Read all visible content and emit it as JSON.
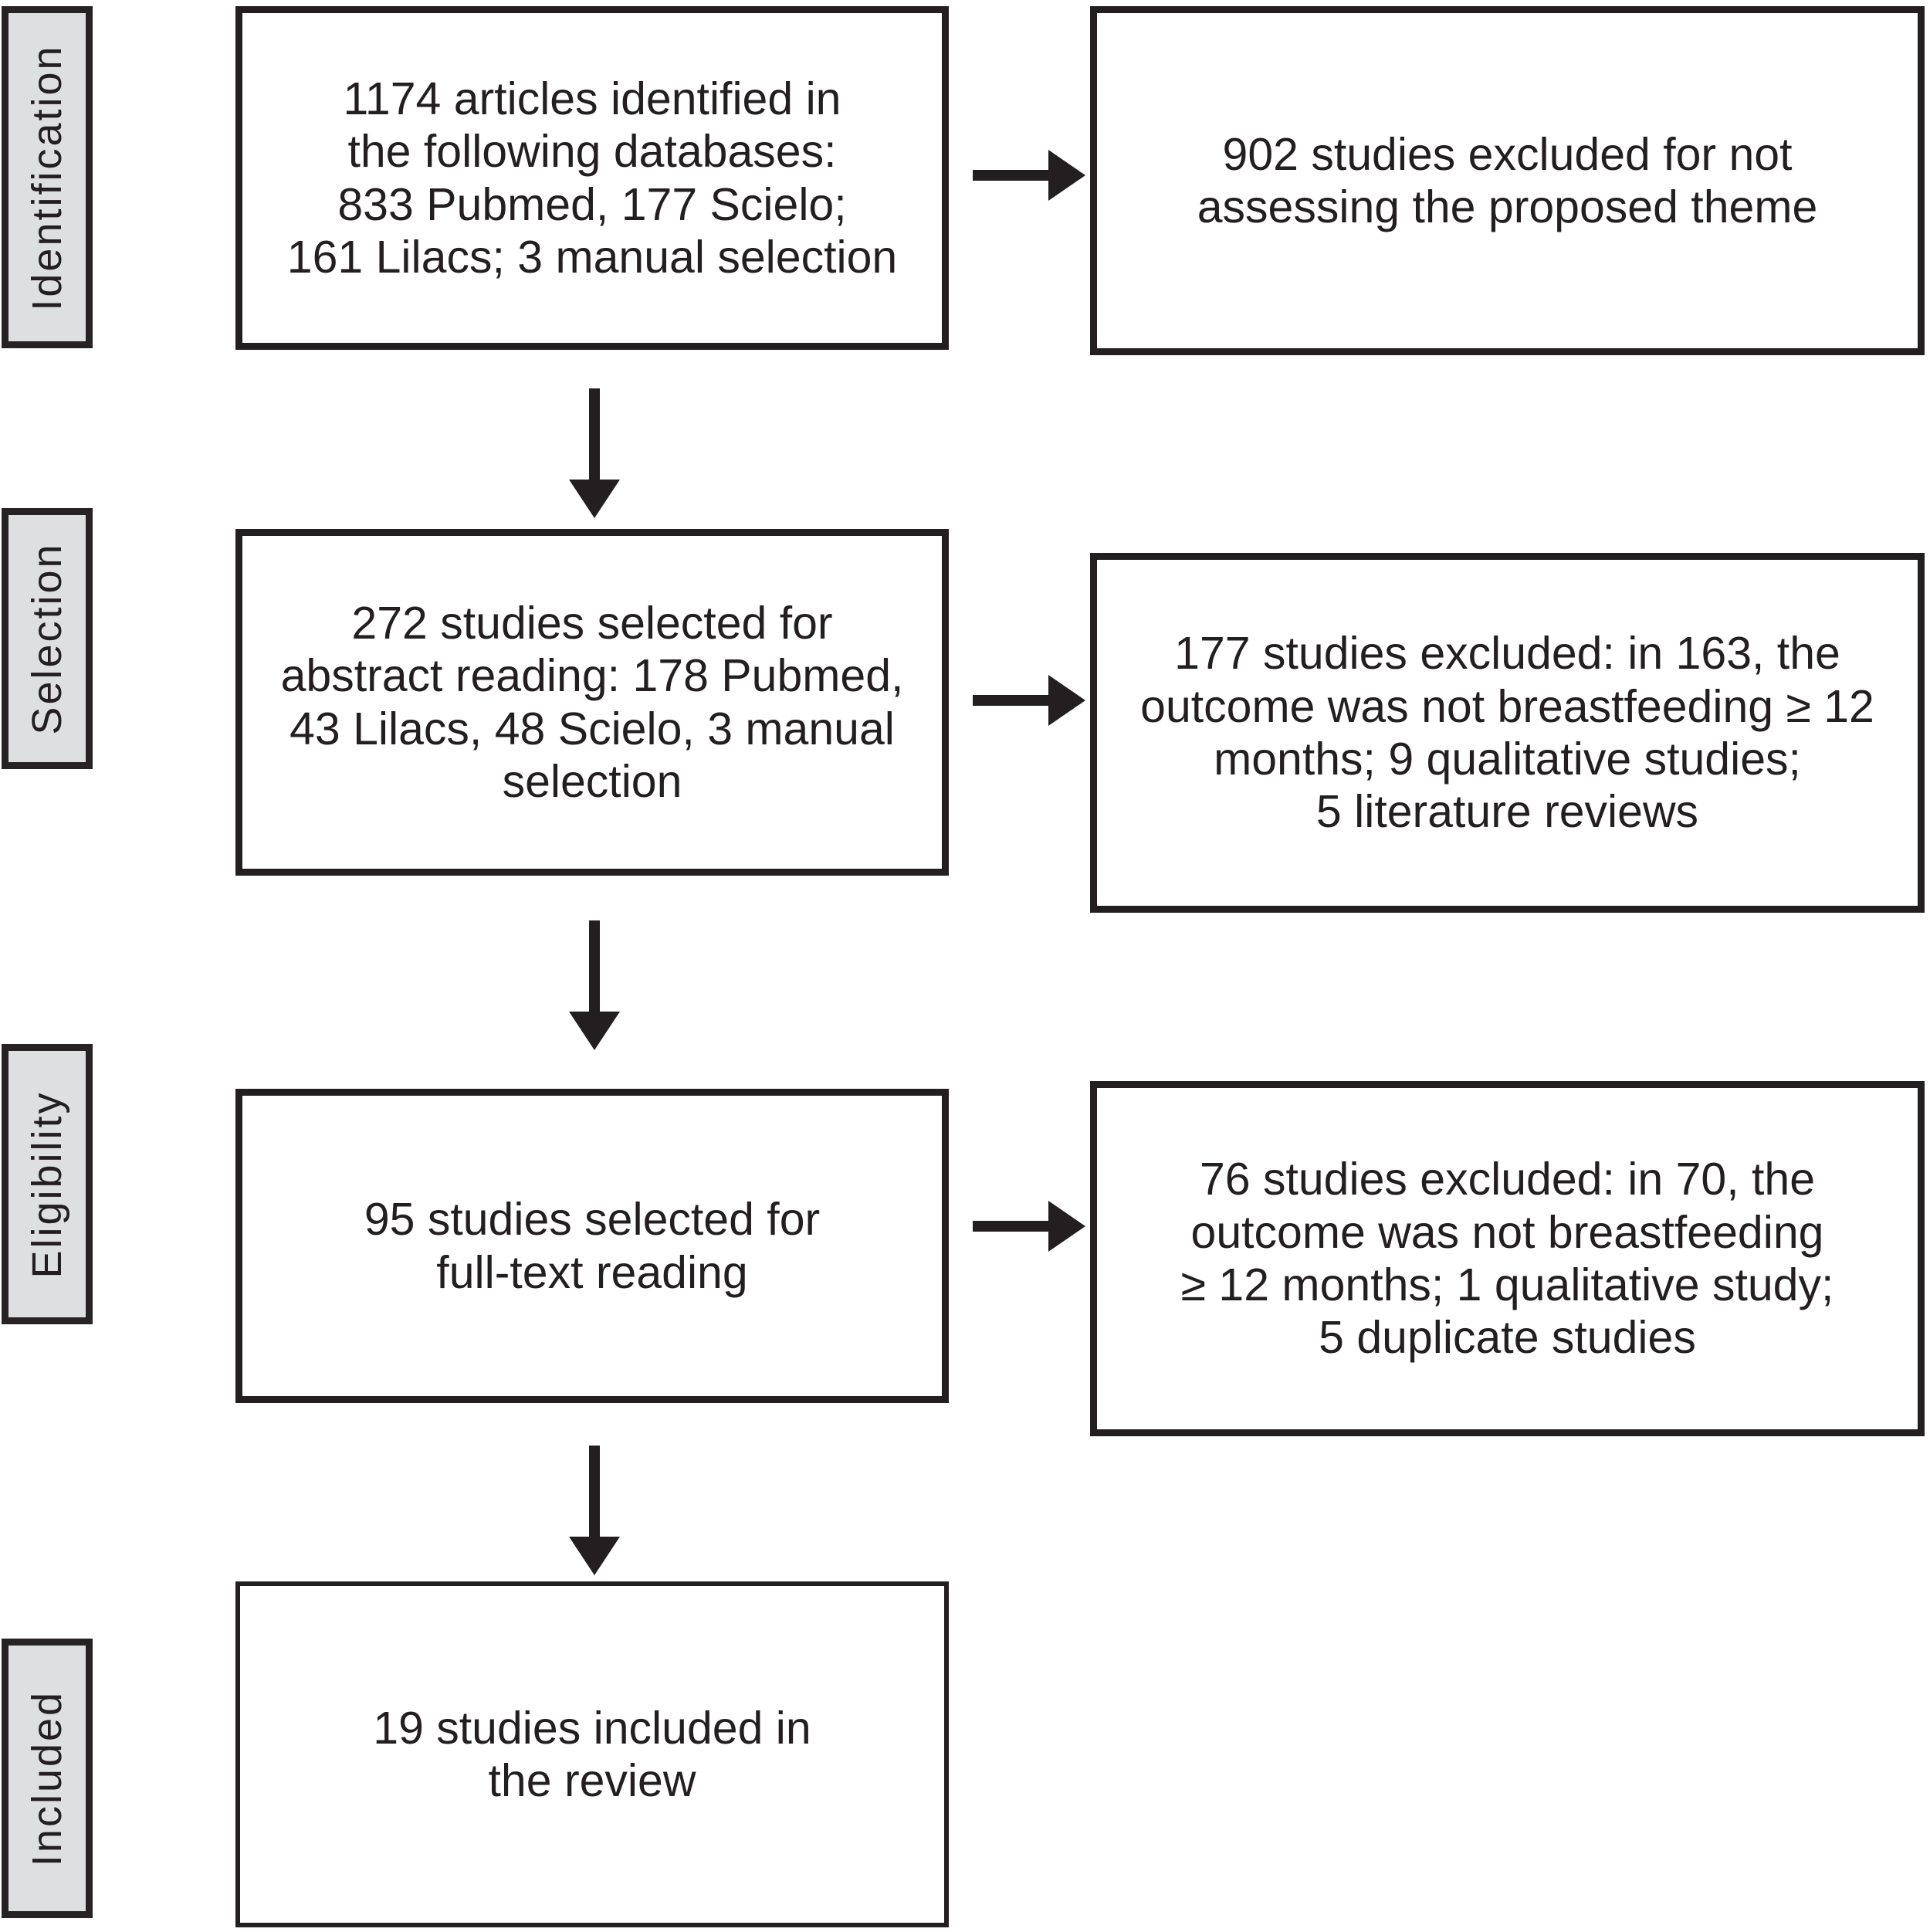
{
  "figure": {
    "type": "prisma-flow-diagram",
    "background": "#ffffff",
    "colors": {
      "border": "#231f20",
      "text": "#231f20",
      "stage_fill": "#dedfe0",
      "arrow": "#231f20"
    },
    "stages": [
      {
        "label": "Identification"
      },
      {
        "label": "Selection"
      },
      {
        "label": "Eligibility"
      },
      {
        "label": "Included"
      }
    ],
    "flow_boxes": [
      {
        "text": "1174 articles identified in\nthe following databases:\n833 Pubmed, 177 Scielo;\n161 Lilacs; 3 manual selection"
      },
      {
        "text": "272 studies selected for\nabstract reading: 178 Pubmed,\n43 Lilacs, 48 Scielo, 3 manual\nselection"
      },
      {
        "text": "95 studies selected for\nfull-text reading"
      },
      {
        "text": "19 studies included in\nthe review"
      }
    ],
    "exclusion_boxes": [
      {
        "text": "902 studies excluded for not\nassessing the proposed theme"
      },
      {
        "text": "177 studies excluded: in 163, the\noutcome was not breastfeeding ≥ 12\nmonths; 9 qualitative studies;\n5 literature reviews"
      },
      {
        "text": "76 studies excluded: in 70, the\noutcome was not breastfeeding\n≥ 12 months; 1 qualitative study;\n5 duplicate studies"
      }
    ]
  }
}
